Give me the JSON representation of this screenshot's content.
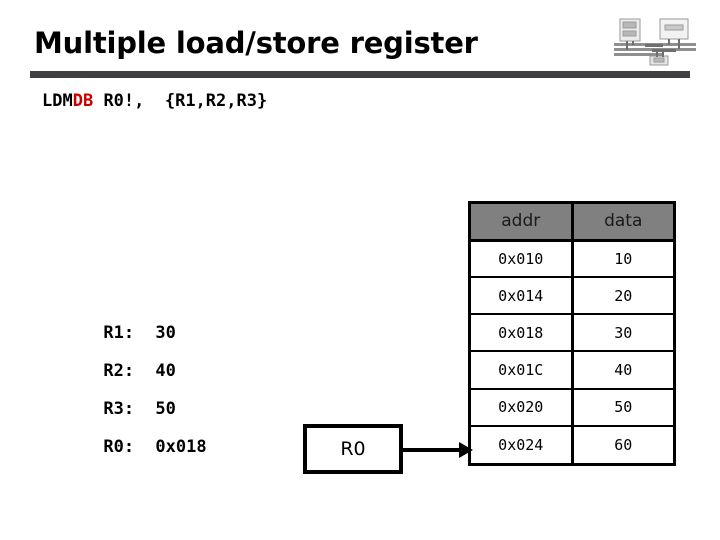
{
  "slide": {
    "title": "Multiple load/store register",
    "background_color": "#ffffff",
    "rule_color": "#404043"
  },
  "logo": {
    "icon_name": "block-diagram-thumbnail"
  },
  "instruction": {
    "mnemonic_base": "LDM",
    "mnemonic_suffix": "DB",
    "suffix_color": "#cc0000",
    "operands": " R0!,  {R1,R2,R3}",
    "full_text": "LDMDB R0!,  {R1,R2,R3}"
  },
  "registers": {
    "items": [
      {
        "name": "R1:",
        "value": "30"
      },
      {
        "name": "R2:",
        "value": "40"
      },
      {
        "name": "R3:",
        "value": "50"
      },
      {
        "name": "R0:",
        "value": "0x018"
      }
    ]
  },
  "memory_table": {
    "header_color": "#808080",
    "columns": [
      "addr",
      "data"
    ],
    "rows": [
      {
        "addr": "0x010",
        "data": "10"
      },
      {
        "addr": "0x014",
        "data": "20"
      },
      {
        "addr": "0x018",
        "data": "30"
      },
      {
        "addr": "0x01C",
        "data": "40"
      },
      {
        "addr": "0x020",
        "data": "50"
      },
      {
        "addr": "0x024",
        "data": "60"
      }
    ]
  },
  "pointer": {
    "box_label": "R0",
    "arrow_target_row": "0x024"
  }
}
